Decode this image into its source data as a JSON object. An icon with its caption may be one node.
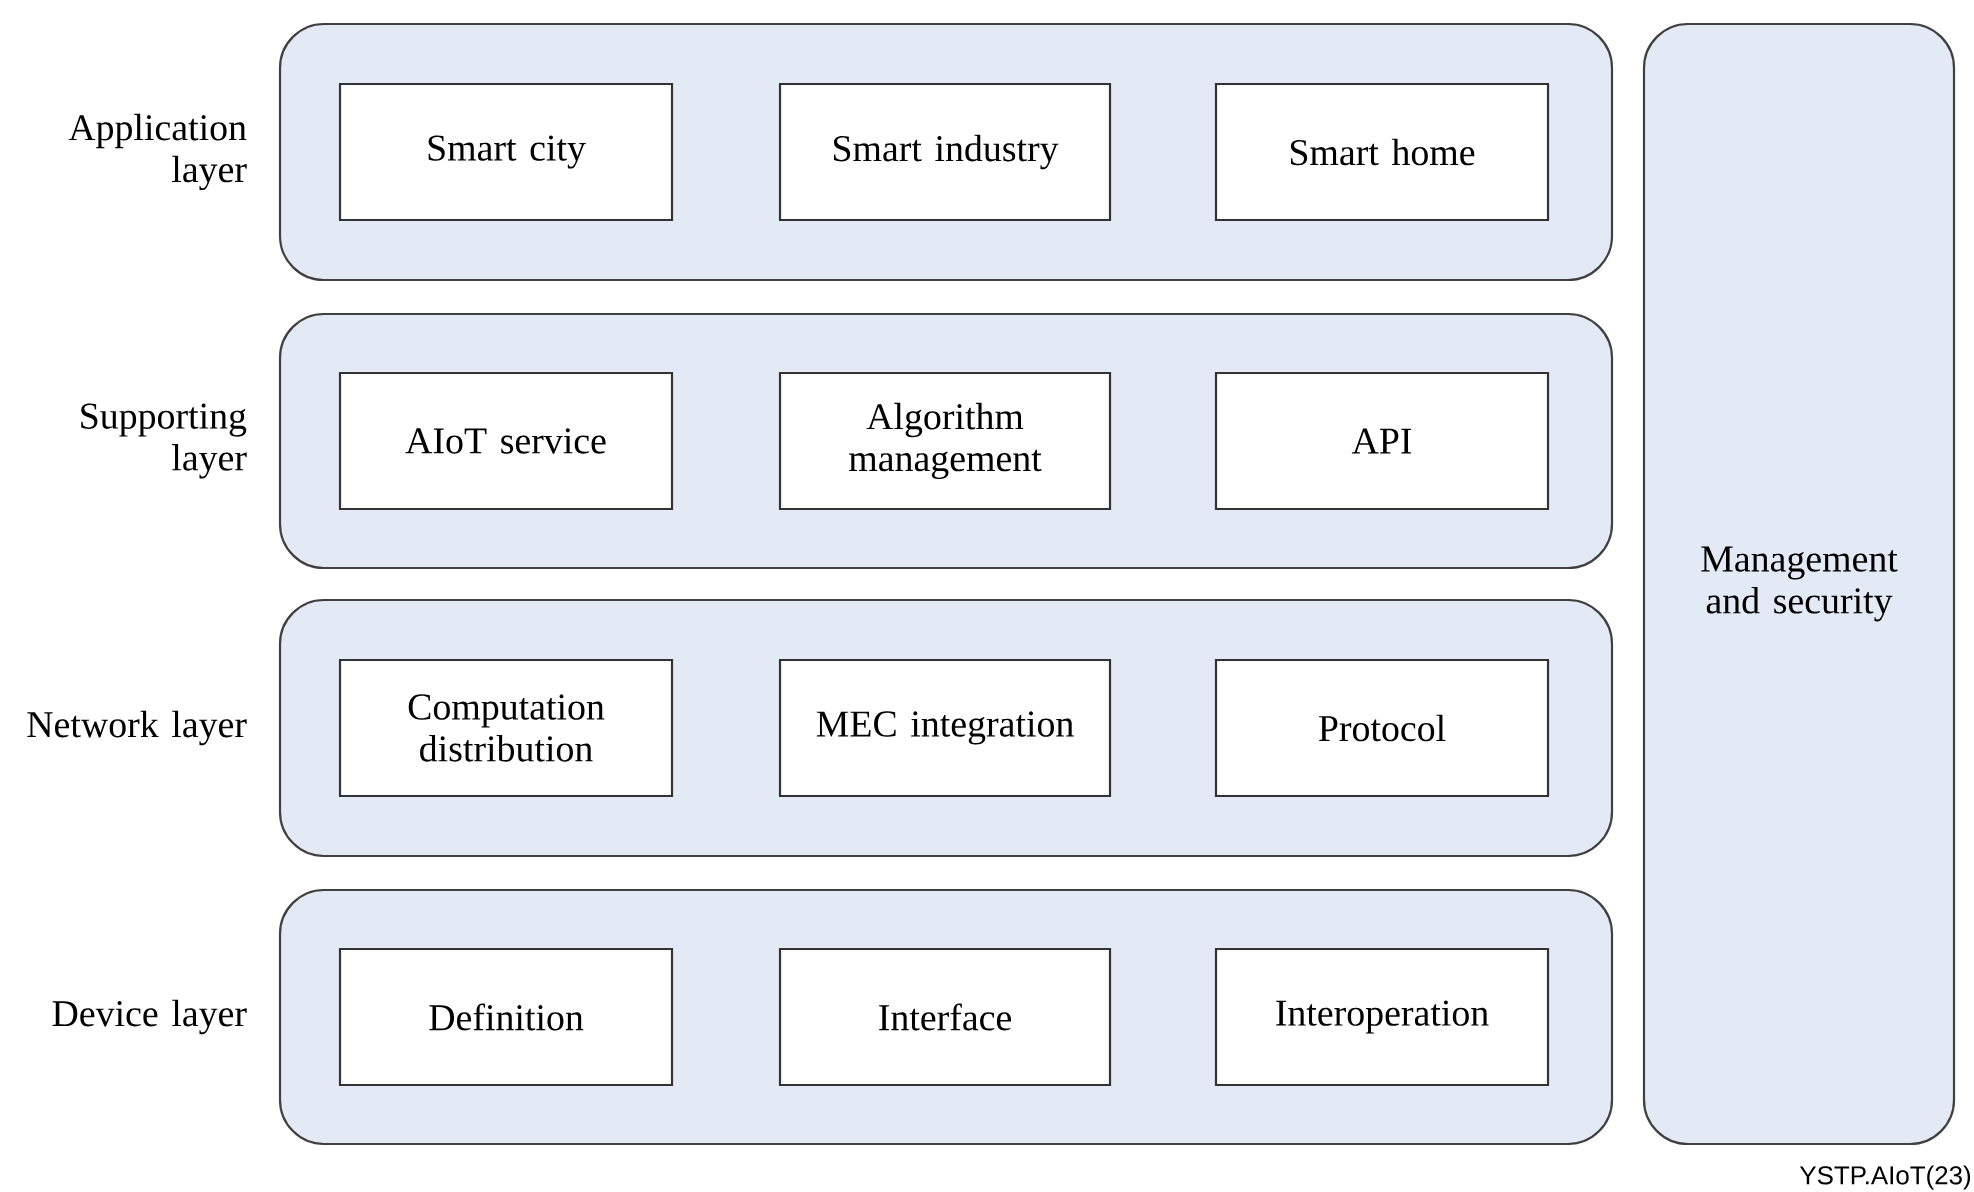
{
  "diagram": {
    "nodes": [
      {
        "text": [
          "Application layer"
        ]
      },
      {
        "text": [
          "Smart city"
        ],
        "in": 0
      },
      {
        "text": [
          "Smart industry"
        ],
        "in": 0
      },
      {
        "text": [
          "Smart home"
        ],
        "in": 0
      },
      {
        "text": [
          "Supporting layer"
        ]
      },
      {
        "text": [
          "AIoT service"
        ],
        "in": 4
      },
      {
        "text": [
          "Algorithm management"
        ],
        "in": 4
      },
      {
        "text": [
          "API"
        ],
        "in": 4
      },
      {
        "text": [
          "Network layer"
        ]
      },
      {
        "text": [
          "Computation distribution"
        ],
        "in": 8
      },
      {
        "text": [
          "MEC integration"
        ],
        "in": 8
      },
      {
        "text": [
          "Protocol"
        ],
        "in": 8
      },
      {
        "text": [
          "Device layer"
        ]
      },
      {
        "text": [
          "Definition"
        ],
        "in": 12
      },
      {
        "text": [
          "Interface"
        ],
        "in": 12
      },
      {
        "text": [
          "Interoperation"
        ],
        "in": 12
      },
      {
        "text": [
          "Management and security"
        ]
      }
    ],
    "labels": [
      "YSTP.AIoT(23)"
    ]
  }
}
